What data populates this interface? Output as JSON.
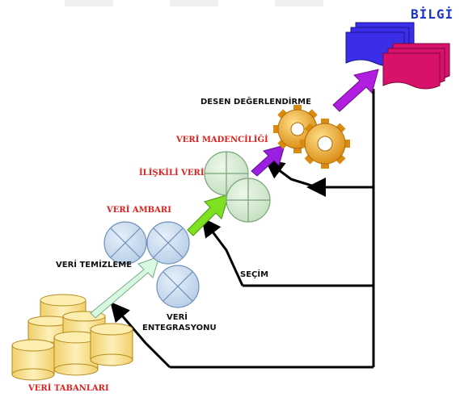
{
  "diagram": {
    "title": "BİLGİ",
    "labels": {
      "veri_tabanlari": "VERİ TABANLARI",
      "veri_temizleme": "VERİ TEMİZLEME",
      "veri_entegrasyonu_line1": "VERİ",
      "veri_entegrasyonu_line2": "ENTEGRASYONU",
      "veri_ambari": "VERİ AMBARI",
      "secim": "SEÇİM",
      "iliskili_veri": "İLİŞKİLİ VERİ",
      "veri_madenciligi": "VERİ MADENCİLİĞİ",
      "desen_degerlendirme": "DESEN DEĞERLENDİRME"
    },
    "colors": {
      "title": "#1a35c8",
      "red_labels": "#e0201c",
      "database_fill": "#f8e39b",
      "blue_nodes": "#c9dcef",
      "green_nodes": "#d7ebd3",
      "arrow_light": "#d7f9e0",
      "arrow_green": "#7ee020",
      "arrow_violet": "#9b1fe0",
      "gears": "#e8a020",
      "docs_blue": "#3b2ee8",
      "docs_pink": "#d8126a",
      "feedback_lines": "#000000"
    },
    "icons": [
      "database-cylinder-icon",
      "x-circle-node-icon",
      "plus-circle-node-icon",
      "gears-icon",
      "stacked-documents-icon"
    ]
  }
}
